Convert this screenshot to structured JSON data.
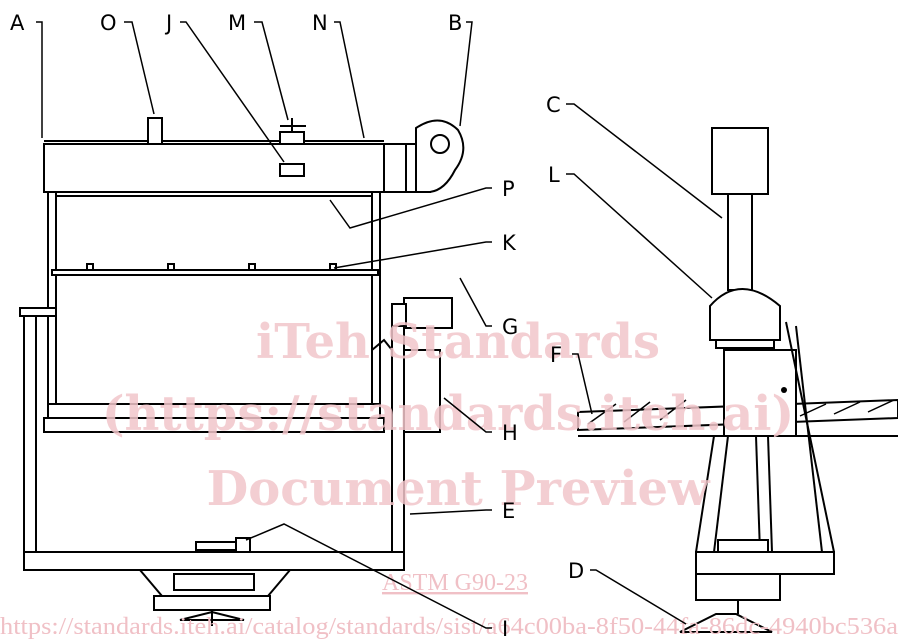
{
  "labels": {
    "A": "A",
    "O": "O",
    "J": "J",
    "M": "M",
    "N": "N",
    "B": "B",
    "C": "C",
    "L": "L",
    "P": "P",
    "K": "K",
    "G": "G",
    "F": "F",
    "H": "H",
    "E": "E",
    "D": "D",
    "I": "I"
  },
  "watermark": {
    "line1": "iTeh Standards",
    "line2": "(https://standards.iteh.ai)",
    "line3": "Document Preview",
    "standard": "ASTM G90-23",
    "url": "https://standards.iteh.ai/catalog/standards/sist/a64c00ba-8f50-44fa-86dc-4940bc536a"
  }
}
